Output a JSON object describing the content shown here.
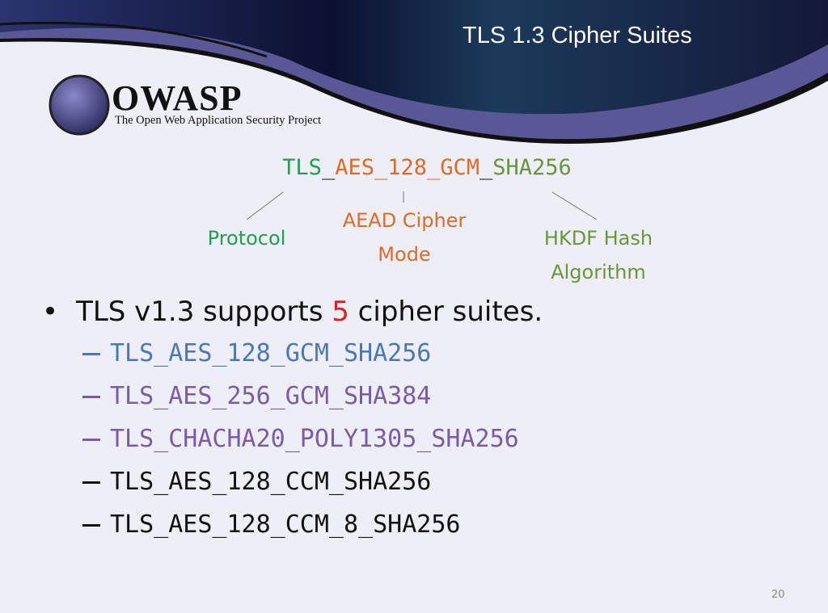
{
  "slide": {
    "title": "TLS 1.3 Cipher Suites",
    "page_number": "20"
  },
  "logo": {
    "name": "OWASP",
    "tagline": "The Open Web Application Security Project"
  },
  "diagram": {
    "parts": [
      {
        "text": "TLS",
        "color": "#1ea04e"
      },
      {
        "text": "_",
        "color": "#111111"
      },
      {
        "text": "AES_128_GCM",
        "color": "#e26a22"
      },
      {
        "text": "_",
        "color": "#111111"
      },
      {
        "text": "SHA256",
        "color": "#6a963a"
      }
    ],
    "labels": {
      "protocol": "Protocol",
      "aead_line1": "AEAD Cipher",
      "aead_line2": "Mode",
      "hkdf_line1": "HKDF Hash",
      "hkdf_line2": "Algorithm"
    }
  },
  "bullet": {
    "prefix": "TLS v1.3 supports ",
    "count": "5",
    "suffix": " cipher suites."
  },
  "suites": [
    {
      "name": "TLS_AES_128_GCM_SHA256",
      "color": "#4a78b6"
    },
    {
      "name": "TLS_AES_256_GCM_SHA384",
      "color": "#7a5ca6"
    },
    {
      "name": "TLS_CHACHA20_POLY1305_SHA256",
      "color": "#7a5ca6"
    },
    {
      "name": "TLS_AES_128_CCM_SHA256",
      "color": "#111111"
    },
    {
      "name": "TLS_AES_128_CCM_8_SHA256",
      "color": "#111111"
    }
  ]
}
